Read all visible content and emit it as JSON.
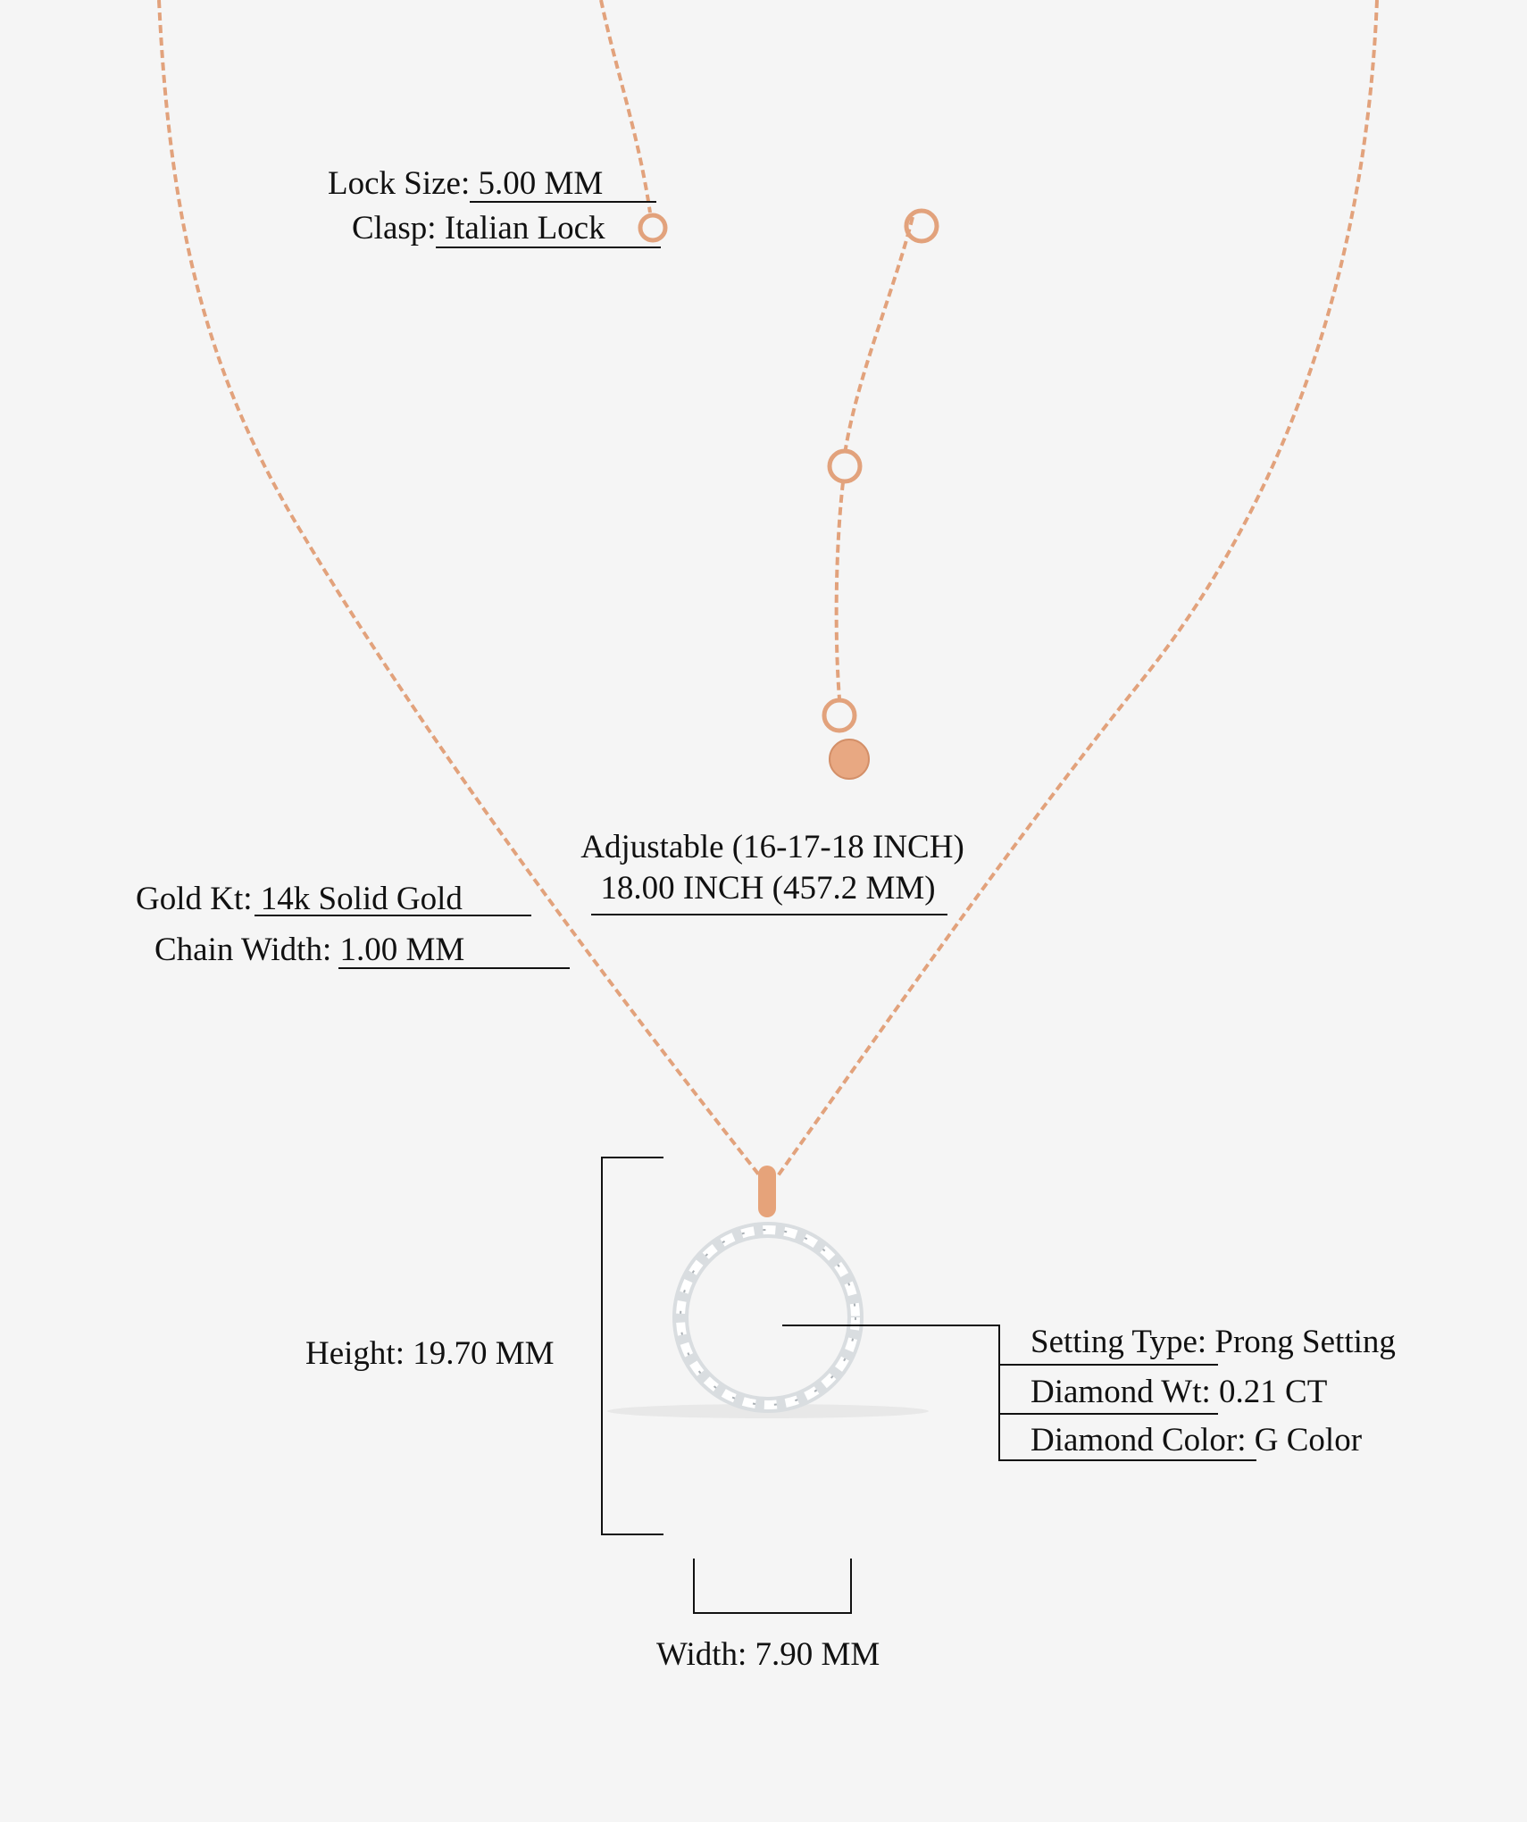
{
  "colors": {
    "background": "#f5f5f5",
    "gold": "#e2a27c",
    "text": "#111111"
  },
  "clasp": {
    "lock_size_label": "Lock Size:",
    "lock_size_value": "5.00 MM",
    "clasp_label": "Clasp:",
    "clasp_value": "Italian Lock"
  },
  "length": {
    "adjustable": "Adjustable (16-17-18 INCH)",
    "length_value": "18.00 INCH (457.2 MM)"
  },
  "chain": {
    "gold_kt_label": "Gold Kt:",
    "gold_kt_value": "14k Solid Gold",
    "chain_width_label": "Chain Width:",
    "chain_width_value": "1.00 MM"
  },
  "pendant": {
    "height_label": "Height:",
    "height_value": "19.70 MM",
    "width_label": "Width:",
    "width_value": "7.90 MM"
  },
  "stones": {
    "setting_type_label": "Setting Type:",
    "setting_type_value": "Prong Setting",
    "diamond_wt_label": "Diamond Wt:",
    "diamond_wt_value": "0.21 CT",
    "diamond_color_label": "Diamond Color:",
    "diamond_color_value": "G Color"
  }
}
